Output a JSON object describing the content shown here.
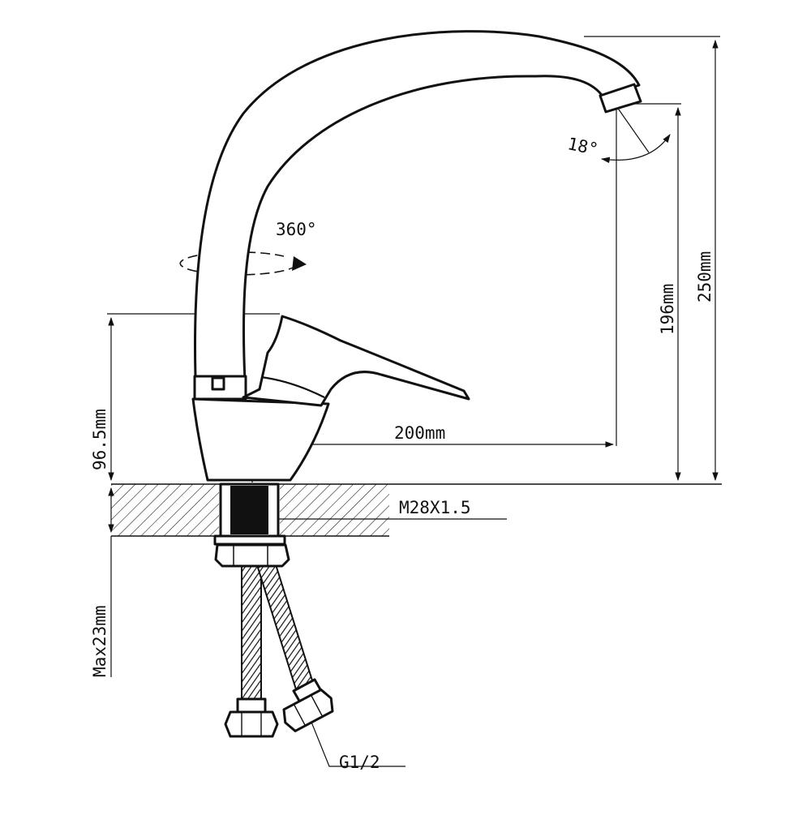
{
  "drawing": {
    "stroke_color": "#111111",
    "background": "#ffffff",
    "labels": {
      "rotation": "360°",
      "spout_angle": "18°",
      "reach": "200mm",
      "spout_height": "196mm",
      "total_height": "250mm",
      "base_height": "96.5mm",
      "max_thickness": "Max23mm",
      "thread": "M28X1.5",
      "connection": "G1/2"
    }
  }
}
